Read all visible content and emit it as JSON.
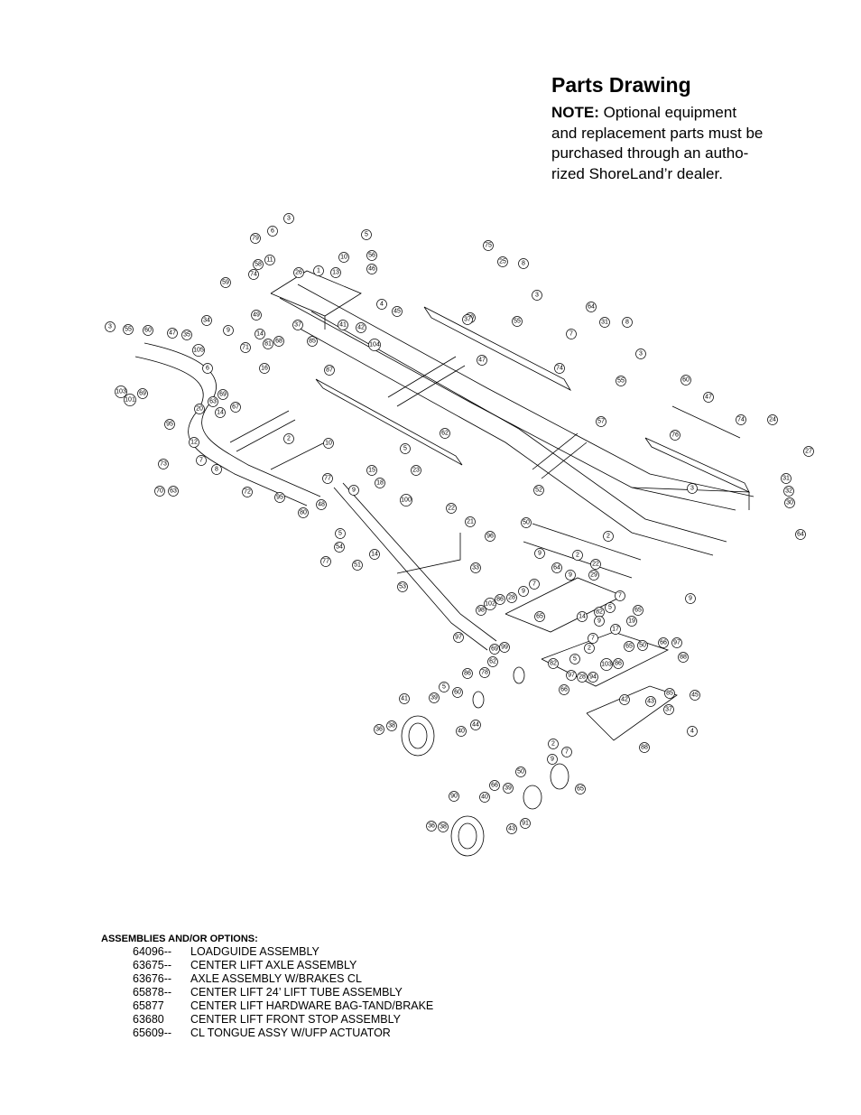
{
  "header": {
    "title": "Parts Drawing",
    "note_label": "NOTE:",
    "note_lines": [
      "Optional equipment",
      "and replacement parts must be",
      "purchased through an autho-",
      "rized ShoreLand’r dealer."
    ]
  },
  "assemblies": {
    "heading": "ASSEMBLIES AND/OR OPTIONS:",
    "items": [
      {
        "code": "64096--",
        "desc": "LOADGUIDE ASSEMBLY"
      },
      {
        "code": "63675--",
        "desc": "CENTER LIFT AXLE ASSEMBLY"
      },
      {
        "code": "63676--",
        "desc": "AXLE ASSEMBLY W/BRAKES CL"
      },
      {
        "code": "65878--",
        "desc": "CENTER LIFT 24’ LIFT TUBE ASSEMBLY"
      },
      {
        "code": "65877",
        "desc": "CENTER LIFT HARDWARE BAG-TAND/BRAKE"
      },
      {
        "code": "63680",
        "desc": "CENTER LIFT FRONT STOP ASSEMBLY"
      },
      {
        "code": "65609--",
        "desc": "CL TONGUE ASSY W/UFP ACTUATOR"
      }
    ]
  },
  "callouts": [
    "3",
    "6",
    "5",
    "79",
    "11",
    "58",
    "26",
    "1",
    "10",
    "56",
    "74",
    "46",
    "59",
    "49",
    "13",
    "75",
    "25",
    "8",
    "3",
    "55",
    "60",
    "47",
    "74",
    "7",
    "64",
    "31",
    "8",
    "3",
    "55",
    "60",
    "47",
    "74",
    "24",
    "27",
    "3",
    "55",
    "60",
    "47",
    "35",
    "105",
    "34",
    "9",
    "71",
    "14",
    "81",
    "68",
    "87",
    "16",
    "6",
    "63",
    "20",
    "69",
    "14",
    "95",
    "103",
    "101",
    "69",
    "67",
    "2",
    "12",
    "7",
    "8",
    "73",
    "70",
    "63",
    "72",
    "62",
    "76",
    "57",
    "3",
    "31",
    "32",
    "30",
    "64",
    "10",
    "5",
    "15",
    "18",
    "23",
    "77",
    "9",
    "100",
    "95",
    "80",
    "48",
    "5",
    "54",
    "77",
    "14",
    "51",
    "53",
    "52",
    "50",
    "2",
    "9",
    "22",
    "96",
    "33",
    "64",
    "2",
    "9",
    "22",
    "29",
    "9",
    "7",
    "65",
    "82",
    "5",
    "17",
    "19",
    "14",
    "97",
    "98",
    "102",
    "86",
    "28",
    "9",
    "7",
    "65",
    "82",
    "5",
    "2",
    "7",
    "9",
    "65",
    "50",
    "66",
    "97",
    "88",
    "69",
    "99",
    "62",
    "86",
    "78",
    "5",
    "60",
    "39",
    "44",
    "40",
    "41",
    "38",
    "36",
    "42",
    "43",
    "37",
    "85",
    "45",
    "4",
    "88",
    "66",
    "97",
    "28",
    "94",
    "103",
    "86",
    "2",
    "7",
    "9",
    "65",
    "50",
    "66",
    "39",
    "40",
    "91",
    "43",
    "90",
    "38",
    "36",
    "41",
    "42",
    "37",
    "85",
    "45",
    "4",
    "104",
    "21",
    "37",
    "84",
    "86",
    "14",
    "97",
    "2",
    "8"
  ]
}
